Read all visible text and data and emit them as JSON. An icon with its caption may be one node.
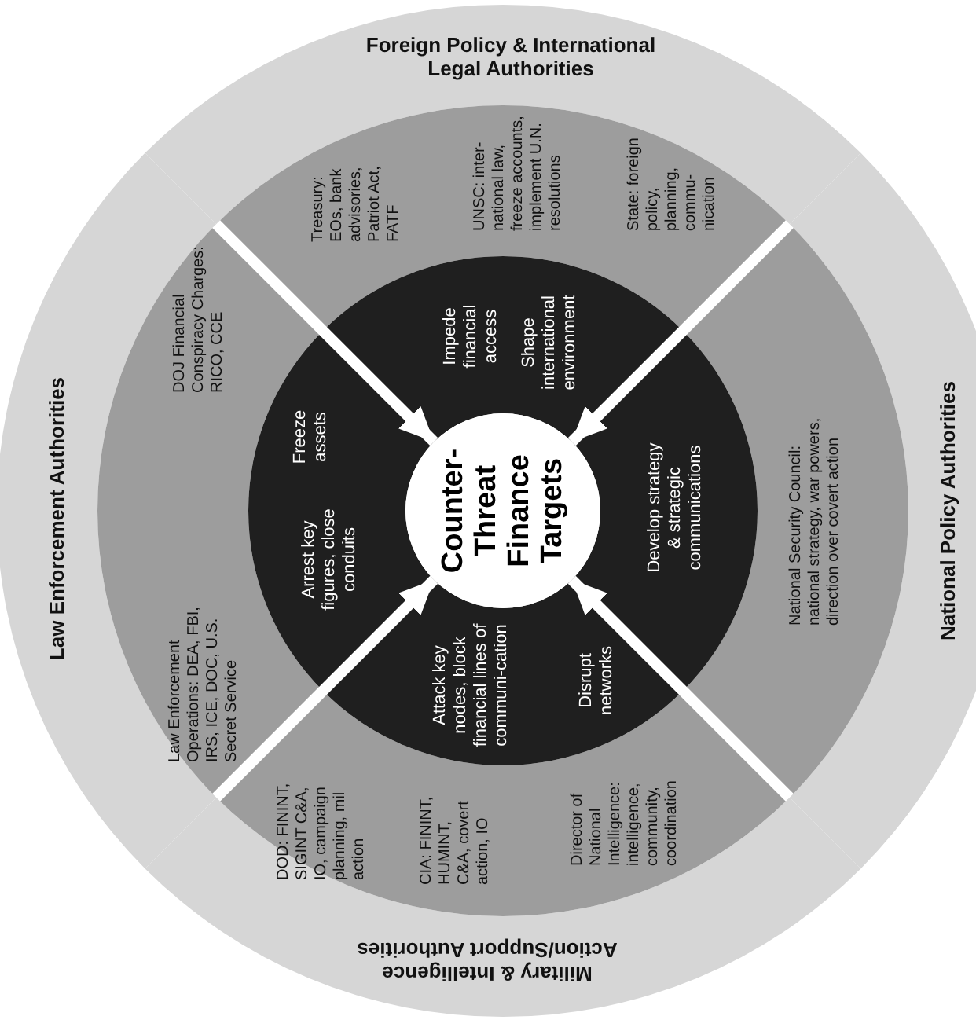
{
  "diagram": {
    "nodes": [
      {
        "text": [
          "Counter-Threat Finance Targets"
        ]
      },
      {
        "text": [
          "Foreign Policy & International Legal Authorities"
        ]
      },
      {
        "text": [
          "Treasury: EOs, bank advisories, Patriot Act, FATF",
          "UNSC: inter-national law, freeze accounts, implement U.N. resolutions",
          "State: foreign policy, planning, commu-nication"
        ]
      },
      {
        "text": [
          "Impede financial access",
          "Shape international environment"
        ]
      },
      {
        "text": [
          "Law Enforcement Authorities"
        ]
      },
      {
        "text": [
          "DOJ Financial Conspiracy Charges: RICO, CCE",
          "Law Enforcement Operations: DEA, FBI, IRS, ICE, DOC, U.S. Secret Service"
        ]
      },
      {
        "text": [
          "Freeze assets",
          "Arrest key figures, close conduits"
        ]
      },
      {
        "text": [
          "National Policy Authorities"
        ]
      },
      {
        "text": [
          "National Security Council: national strategy, war powers, direction over covert action"
        ]
      },
      {
        "text": [
          "Develop strategy & strategic communications"
        ]
      },
      {
        "text": [
          "Military & Intelligence Action/Support Authorities"
        ]
      },
      {
        "text": [
          "DOD: FININT, SIGINT C&A, IO, campaign planning, mil action",
          "CIA: FININT, HUMINT, C&A, covert action, IO",
          "Director of National Intelligence: intelligence, community, coordination"
        ]
      },
      {
        "text": [
          "Attack key nodes, block financial lines of communi-cation",
          "Disrupt networks"
        ]
      }
    ],
    "edges": [
      {
        "from": 2,
        "to": 0,
        "arrow": "to"
      },
      {
        "from": 8,
        "to": 0,
        "arrow": "to"
      },
      {
        "from": 8,
        "to": 0,
        "arrow": "to"
      },
      {
        "from": 11,
        "to": 0,
        "arrow": "to"
      }
    ]
  }
}
